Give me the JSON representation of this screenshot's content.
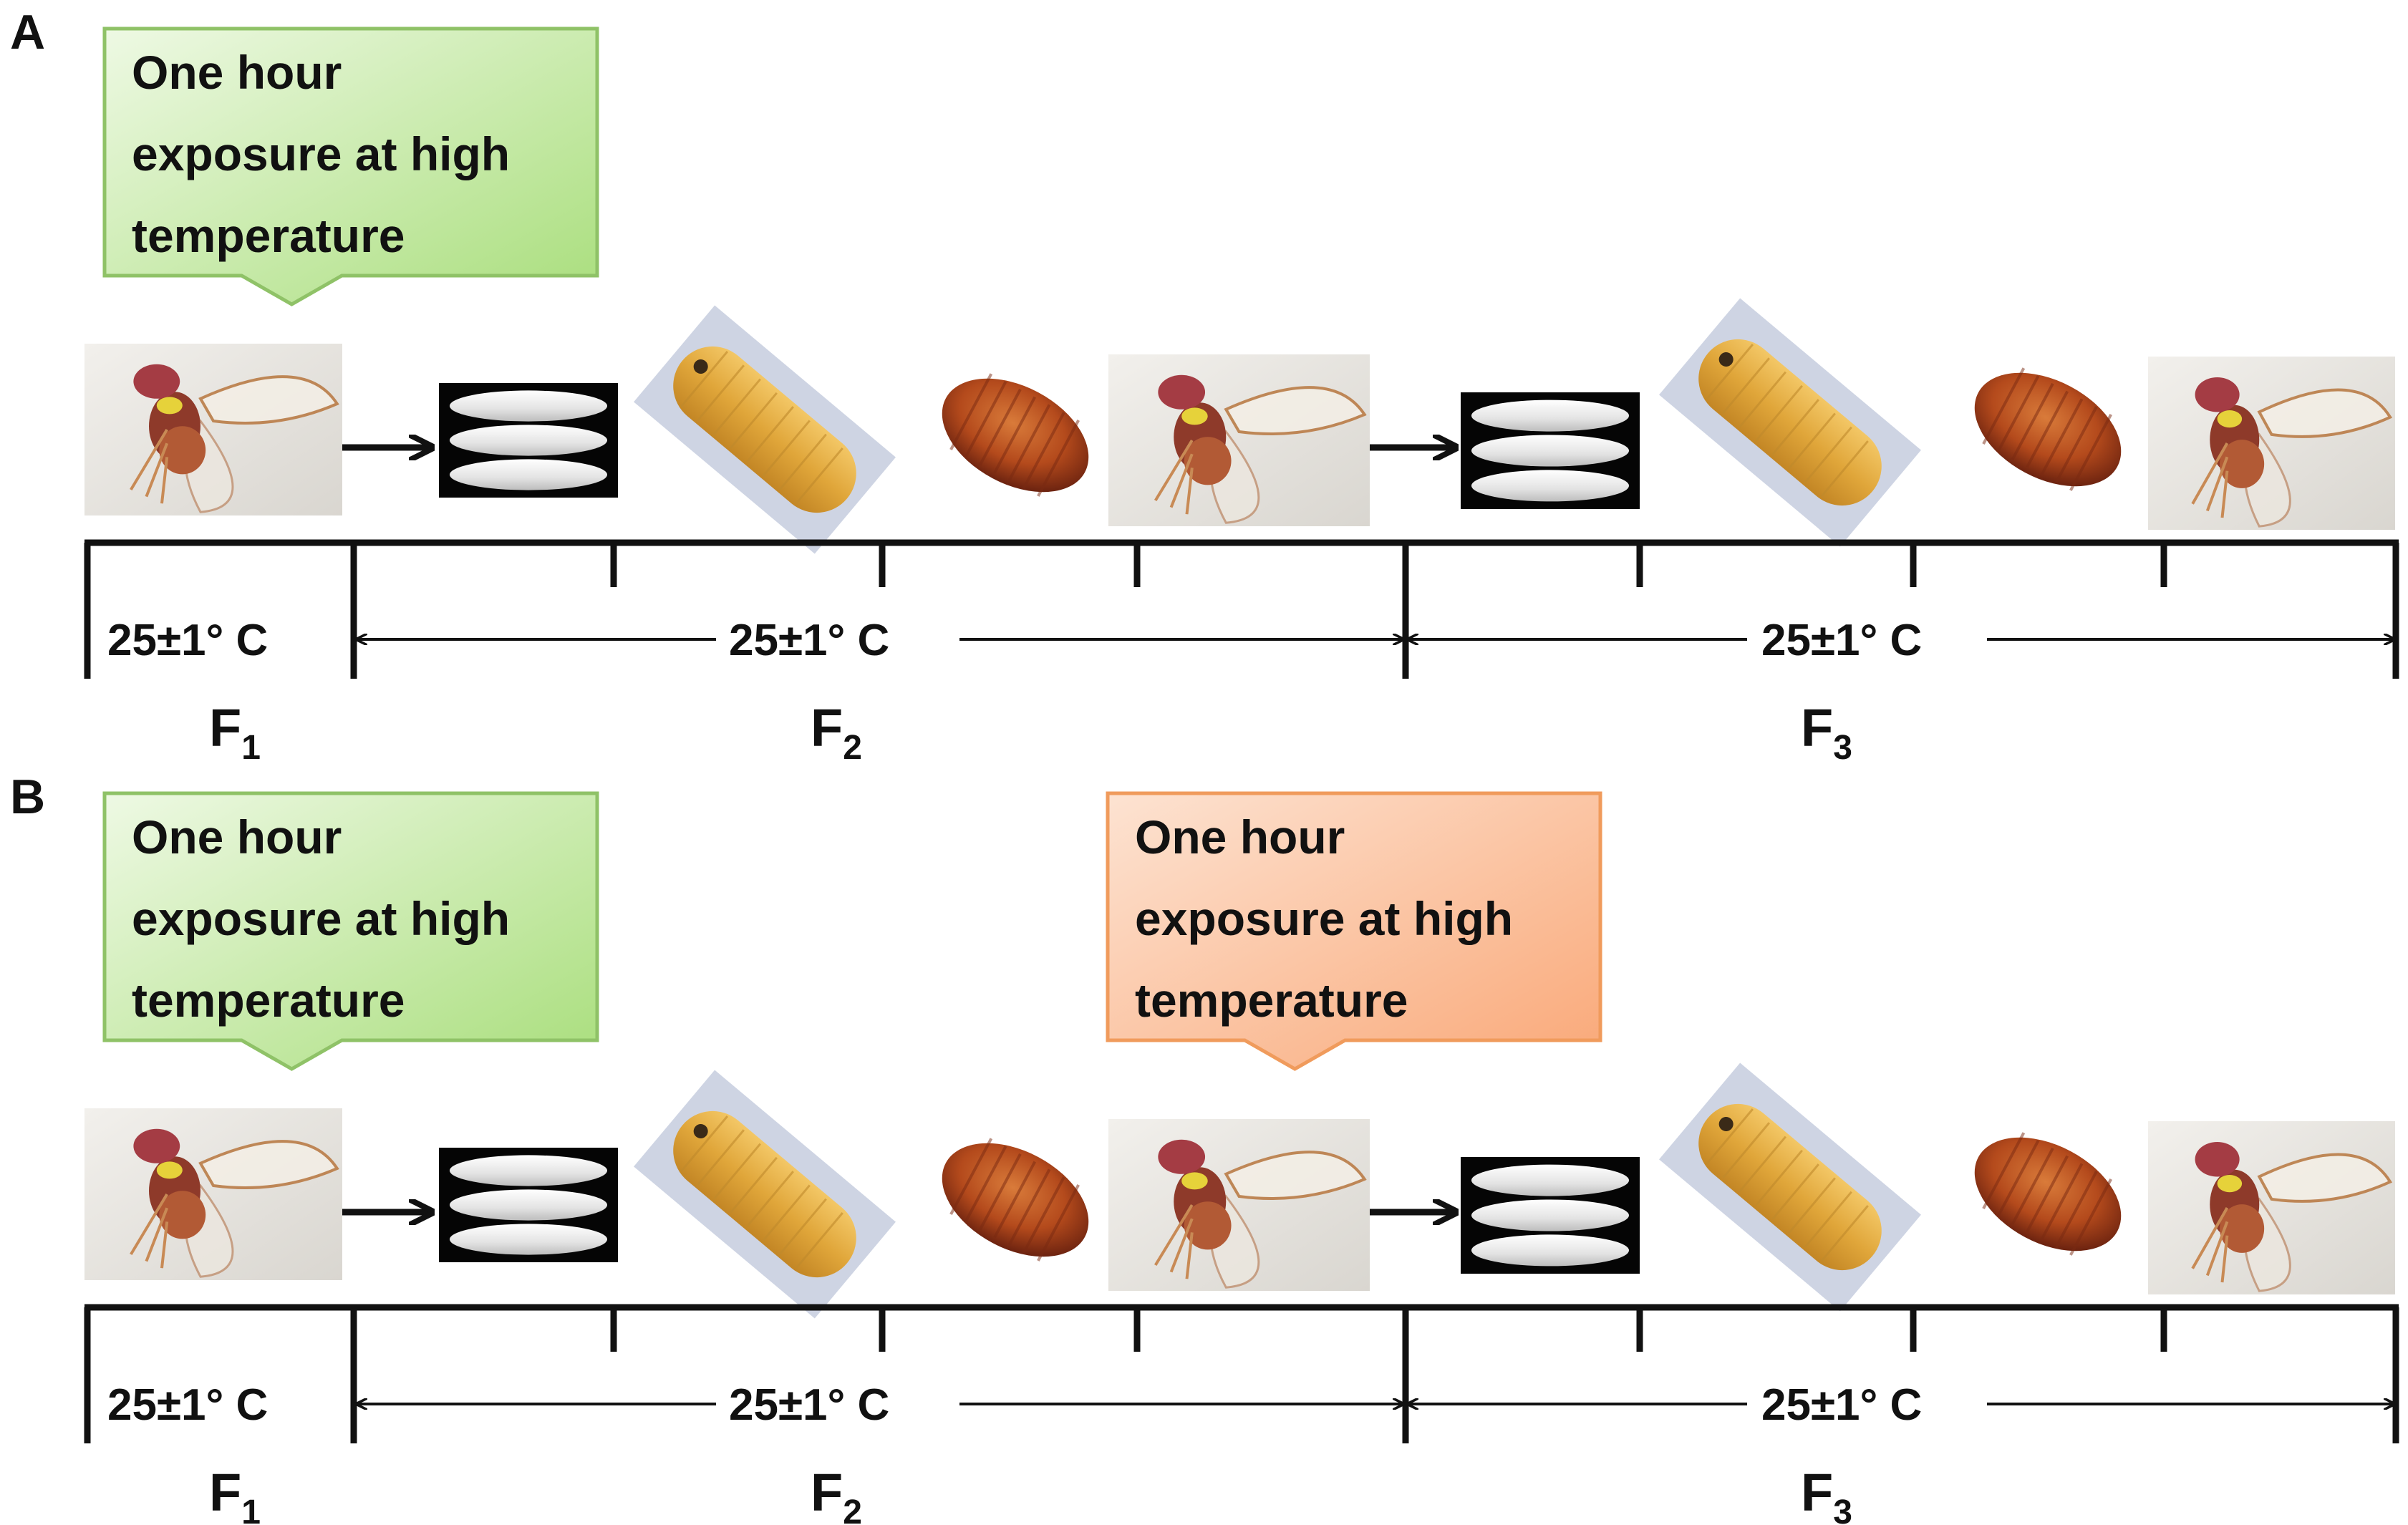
{
  "panels": [
    {
      "letter": "A",
      "callouts": [
        {
          "lines": [
            "One hour",
            "exposure at high",
            "temperature"
          ],
          "color": "green"
        }
      ],
      "temps": [
        "25±1° C",
        "25±1° C",
        "25±1° C"
      ],
      "generations": [
        {
          "base": "F",
          "sub": "1"
        },
        {
          "base": "F",
          "sub": "2"
        },
        {
          "base": "F",
          "sub": "3"
        }
      ]
    },
    {
      "letter": "B",
      "callouts": [
        {
          "lines": [
            "One hour",
            "exposure at high",
            "temperature"
          ],
          "color": "green"
        },
        {
          "lines": [
            "One hour",
            "exposure at high",
            "temperature"
          ],
          "color": "orange"
        }
      ],
      "temps": [
        "25±1° C",
        "25±1° C",
        "25±1° C"
      ],
      "generations": [
        {
          "base": "F",
          "sub": "1"
        },
        {
          "base": "F",
          "sub": "2"
        },
        {
          "base": "F",
          "sub": "3"
        }
      ]
    }
  ],
  "life_stages": [
    "adult-fly",
    "eggs",
    "larva",
    "pupa",
    "adult-fly",
    "eggs",
    "larva",
    "pupa",
    "adult-fly"
  ],
  "colors": {
    "green_fill_start": "#eef9e4",
    "green_fill_end": "#a9de7c",
    "green_stroke": "#8fc267",
    "orange_fill_start": "#fde3d2",
    "orange_fill_end": "#f9a878",
    "orange_stroke": "#f09b5c",
    "timeline": "#111111"
  }
}
